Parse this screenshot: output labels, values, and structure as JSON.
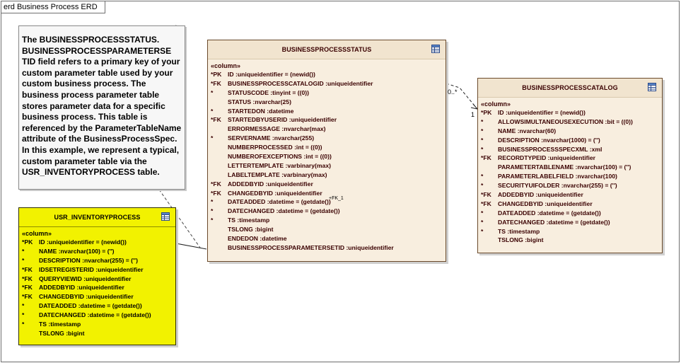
{
  "frame": {
    "title": "erd Business Process ERD"
  },
  "note": {
    "text": "The BUSINESSPROCESSSTATUS.\nBUSINESSPROCESSPARAMETERSE\nTID field refers to a primary key of your custom parameter table used by your custom business process. The business process parameter table stores parameter data for a specific business process.  This table is referenced by the ParameterTableName attribute of the BusinessProcessSpec.  In this example, we represent a typical, custom parameter table via the USR_INVENTORYPROCESS table."
  },
  "colors": {
    "entity_fill": "#f8eedf",
    "entity_text": "#3a0000",
    "custom_entity_fill": "#f2f200",
    "border": "#6a4a2c"
  },
  "entities": {
    "status": {
      "name": "BUSINESSPROCESSSTATUS",
      "stereotype": "«column»",
      "columns": [
        {
          "mark": "*PK",
          "text": "ID  :uniqueidentifier = (newid())"
        },
        {
          "mark": "*FK",
          "text": "BUSINESSPROCESSCATALOGID  :uniqueidentifier"
        },
        {
          "mark": "*",
          "text": "STATUSCODE  :tinyint = ((0))"
        },
        {
          "mark": "",
          "text": "STATUS  :nvarchar(25)"
        },
        {
          "mark": "*",
          "text": "STARTEDON  :datetime"
        },
        {
          "mark": "*FK",
          "text": "STARTEDBYUSERID  :uniqueidentifier"
        },
        {
          "mark": "",
          "text": "ERRORMESSAGE  :nvarchar(max)"
        },
        {
          "mark": "*",
          "text": "SERVERNAME  :nvarchar(255)"
        },
        {
          "mark": "",
          "text": "NUMBERPROCESSED  :int = ((0))"
        },
        {
          "mark": "",
          "text": "NUMBEROFEXCEPTIONS  :int = ((0))"
        },
        {
          "mark": "",
          "text": "LETTERTEMPLATE  :varbinary(max)"
        },
        {
          "mark": "",
          "text": "LABELTEMPLATE  :varbinary(max)"
        },
        {
          "mark": "*FK",
          "text": "ADDEDBYID  :uniqueidentifier"
        },
        {
          "mark": "*FK",
          "text": "CHANGEDBYID  :uniqueidentifier"
        },
        {
          "mark": "*",
          "text": "DATEADDED  :datetime = (getdate())"
        },
        {
          "mark": "*",
          "text": "DATECHANGED  :datetime = (getdate())"
        },
        {
          "mark": "*",
          "text": "TS  :timestamp"
        },
        {
          "mark": "",
          "text": "TSLONG  :bigint"
        },
        {
          "mark": "",
          "text": "ENDEDON  :datetime"
        },
        {
          "mark": "",
          "text": "BUSINESSPROCESSPARAMETERSETID  :uniqueidentifier"
        }
      ]
    },
    "catalog": {
      "name": "BUSINESSPROCESSCATALOG",
      "stereotype": "«column»",
      "columns": [
        {
          "mark": "*PK",
          "text": "ID  :uniqueidentifier = (newid())"
        },
        {
          "mark": "*",
          "text": "ALLOWSIMULTANEOUSEXECUTION  :bit = ((0))"
        },
        {
          "mark": "*",
          "text": "NAME  :nvarchar(60)"
        },
        {
          "mark": "*",
          "text": "DESCRIPTION  :nvarchar(1000) = ('')"
        },
        {
          "mark": "*",
          "text": "BUSINESSPROCESSSPECXML  :xml"
        },
        {
          "mark": "*FK",
          "text": "RECORDTYPEID  :uniqueidentifier"
        },
        {
          "mark": "",
          "text": "PARAMETERTABLENAME  :nvarchar(100) = ('')"
        },
        {
          "mark": "*",
          "text": "PARAMETERLABELFIELD  :nvarchar(100)"
        },
        {
          "mark": "*",
          "text": "SECURITYUIFOLDER  :nvarchar(255) = ('')"
        },
        {
          "mark": "*FK",
          "text": "ADDEDBYID  :uniqueidentifier"
        },
        {
          "mark": "*FK",
          "text": "CHANGEDBYID  :uniqueidentifier"
        },
        {
          "mark": "*",
          "text": "DATEADDED  :datetime = (getdate())"
        },
        {
          "mark": "*",
          "text": "DATECHANGED  :datetime = (getdate())"
        },
        {
          "mark": "*",
          "text": "TS  :timestamp"
        },
        {
          "mark": "",
          "text": "TSLONG  :bigint"
        }
      ]
    },
    "usr": {
      "name": "USR_INVENTORYPROCESS",
      "stereotype": "«column»",
      "columns": [
        {
          "mark": "*PK",
          "text": "ID  :uniqueidentifier = (newid())"
        },
        {
          "mark": "*",
          "text": "NAME  :nvarchar(100) = ('')"
        },
        {
          "mark": "*",
          "text": "DESCRIPTION  :nvarchar(255) = ('')"
        },
        {
          "mark": "*FK",
          "text": "IDSETREGISTERID  :uniqueidentifier"
        },
        {
          "mark": "*FK",
          "text": "QUERYVIEWID  :uniqueidentifier"
        },
        {
          "mark": "*FK",
          "text": "ADDEDBYID  :uniqueidentifier"
        },
        {
          "mark": "*FK",
          "text": "CHANGEDBYID  :uniqueidentifier"
        },
        {
          "mark": "*",
          "text": "DATEADDED  :datetime = (getdate())"
        },
        {
          "mark": "*",
          "text": "DATECHANGED  :datetime = (getdate())"
        },
        {
          "mark": "*",
          "text": "TS  :timestamp"
        },
        {
          "mark": "",
          "text": "TSLONG  :bigint"
        }
      ]
    }
  },
  "relationship": {
    "source_multiplicity": "0..*",
    "target_multiplicity": "1",
    "source_label": "+FK_1"
  }
}
